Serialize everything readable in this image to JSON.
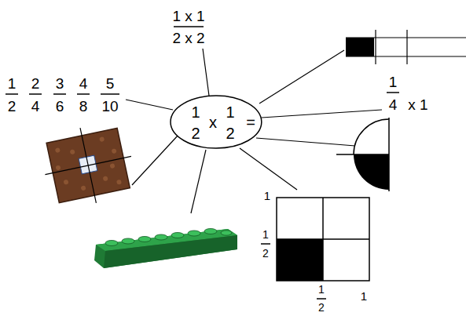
{
  "diagram": {
    "nodes": [
      {
        "text": [
          "1",
          "2",
          "x",
          "1",
          "2",
          "="
        ]
      }
    ],
    "labels": [
      "1 x 1",
      "2 x 2",
      "1",
      "2",
      "2",
      "4",
      "3",
      "6",
      "4",
      "8",
      "5",
      "10",
      "1",
      "4",
      "x 1",
      "1",
      "1",
      "2",
      "1",
      "2",
      "1"
    ]
  }
}
